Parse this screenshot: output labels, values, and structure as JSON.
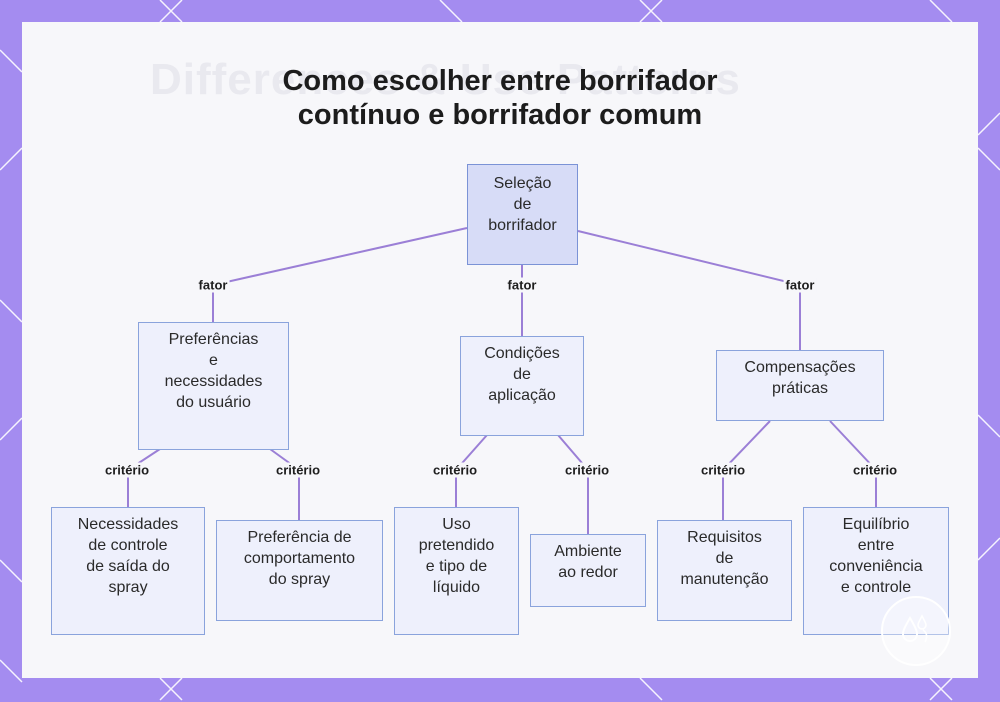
{
  "title": {
    "line1": "Como escolher entre borrifador",
    "line2": "contínuo e borrifador comum"
  },
  "background_watermark": "Differences & Use Patterns",
  "colors": {
    "frame": "#a48cf0",
    "card": "#f7f7fa",
    "node_fill": "#eef0fc",
    "root_fill": "#d7dcf7",
    "node_border": "#8aa3dc",
    "edge": "#9b7fd6"
  },
  "nodes": {
    "root": {
      "lines": [
        "Seleção",
        "de",
        "borrifador"
      ]
    },
    "user_prefs": {
      "lines": [
        "Preferências",
        "e",
        "necessidades",
        "do usuário"
      ]
    },
    "conditions": {
      "lines": [
        "Condições",
        "de",
        "aplicação"
      ]
    },
    "tradeoffs": {
      "lines": [
        "Compensações",
        "práticas"
      ]
    },
    "output_control": {
      "lines": [
        "Necessidades",
        "de controle",
        "de saída do",
        "spray"
      ]
    },
    "behavior_pref": {
      "lines": [
        "Preferência de",
        "comportamento",
        "do spray"
      ]
    },
    "intended_use": {
      "lines": [
        "Uso",
        "pretendido",
        "e tipo de",
        "líquido"
      ]
    },
    "environment": {
      "lines": [
        "Ambiente",
        "ao redor"
      ]
    },
    "maintenance": {
      "lines": [
        "Requisitos",
        "de",
        "manutenção"
      ]
    },
    "balance": {
      "lines": [
        "Equilíbrio",
        "entre",
        "conveniência",
        "e controle"
      ]
    }
  },
  "edge_labels": {
    "fator": "fator",
    "criterio": "critério"
  },
  "logo_icon": "water-drop-logo-icon"
}
